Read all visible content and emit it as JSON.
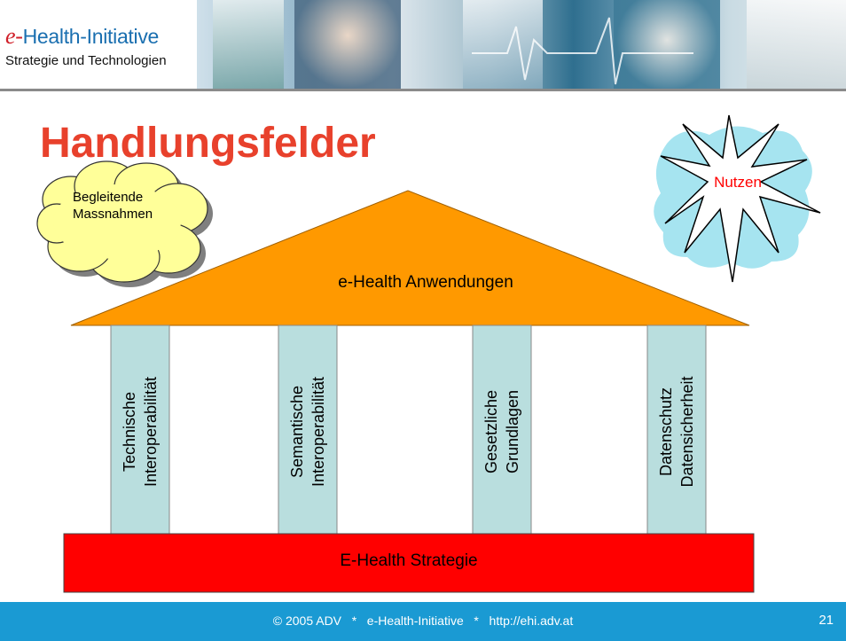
{
  "header": {
    "logo_prefix": "e-",
    "logo_title": "Health-Initiative",
    "logo_subtitle": "Strategie und Technologien"
  },
  "slide": {
    "title": "Handlungsfelder"
  },
  "diagram": {
    "cloud_label_line1": "Begleitende",
    "cloud_label_line2": "Massnahmen",
    "star_label": "Nutzen",
    "roof_label": "e-Health Anwendungen",
    "base_label": "E-Health Strategie",
    "pillars": [
      {
        "line1": "Technische",
        "line2": "Interoperabilität"
      },
      {
        "line1": "Semantische",
        "line2": "Interoperabilität"
      },
      {
        "line1": "Gesetzliche",
        "line2": "Grundlagen"
      },
      {
        "line1": "Datenschutz",
        "line2": "Datensicherheit"
      }
    ],
    "colors": {
      "roof": "#ff9900",
      "pillar": "#b9dede",
      "base": "#ff0000",
      "cloud": "#ffff99",
      "star_background": "#a6e4f0",
      "title": "#e8412c"
    }
  },
  "footer": {
    "text": "© 2005 ADV   *   e-Health-Initiative   *   http://ehi.adv.at",
    "page_number": "21",
    "background": "#1a9ad3"
  }
}
